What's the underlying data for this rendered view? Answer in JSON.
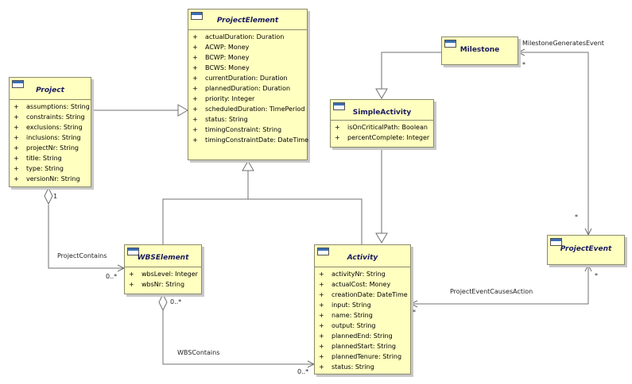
{
  "classes": {
    "project_element": {
      "name": "ProjectElement",
      "attrs": [
        "actualDuration: Duration",
        "ACWP: Money",
        "BCWP: Money",
        "BCWS: Money",
        "currentDuration: Duration",
        "plannedDuration: Duration",
        "priority: Integer",
        "scheduledDuration: TimePeriod",
        "status: String",
        "timingConstraint: String",
        "timingConstraintDate: DateTime"
      ]
    },
    "project": {
      "name": "Project",
      "attrs": [
        "assumptions: String",
        "constraints: String",
        "exclusions: String",
        "inclusions: String",
        "projectNr: String",
        "title: String",
        "type: String",
        "versionNr: String"
      ]
    },
    "milestone": {
      "name": "Milestone"
    },
    "simple_activity": {
      "name": "SimpleActivity",
      "attrs": [
        "isOnCriticalPath: Boolean",
        "percentComplete: Integer"
      ]
    },
    "wbs_element": {
      "name": "WBSElement",
      "attrs": [
        "wbsLevel: Integer",
        "wbsNr: String"
      ]
    },
    "activity": {
      "name": "Activity",
      "attrs": [
        "activityNr: String",
        "actualCost: Money",
        "creationDate: DateTime",
        "input: String",
        "name: String",
        "output: String",
        "plannedEnd: String",
        "plannedStart: String",
        "plannedTenure: String",
        "status: String"
      ]
    },
    "project_event": {
      "name": "ProjectEvent"
    }
  },
  "visibility_symbol": "+",
  "associations": {
    "milestone_generates_event": "MilestoneGeneratesEvent",
    "project_contains": "ProjectContains",
    "wbs_contains": "WBSContains",
    "project_event_causes_action": "ProjectEventCausesAction"
  },
  "multiplicities": {
    "milestone_end": "*",
    "project_event_top": "*",
    "project_event_bottom": "*",
    "activity_event_end": "*",
    "project_end": "1",
    "wbs_contains_source": "0..*",
    "wbs_project_end": "0..*",
    "activity_wbs_end": "0..*"
  }
}
